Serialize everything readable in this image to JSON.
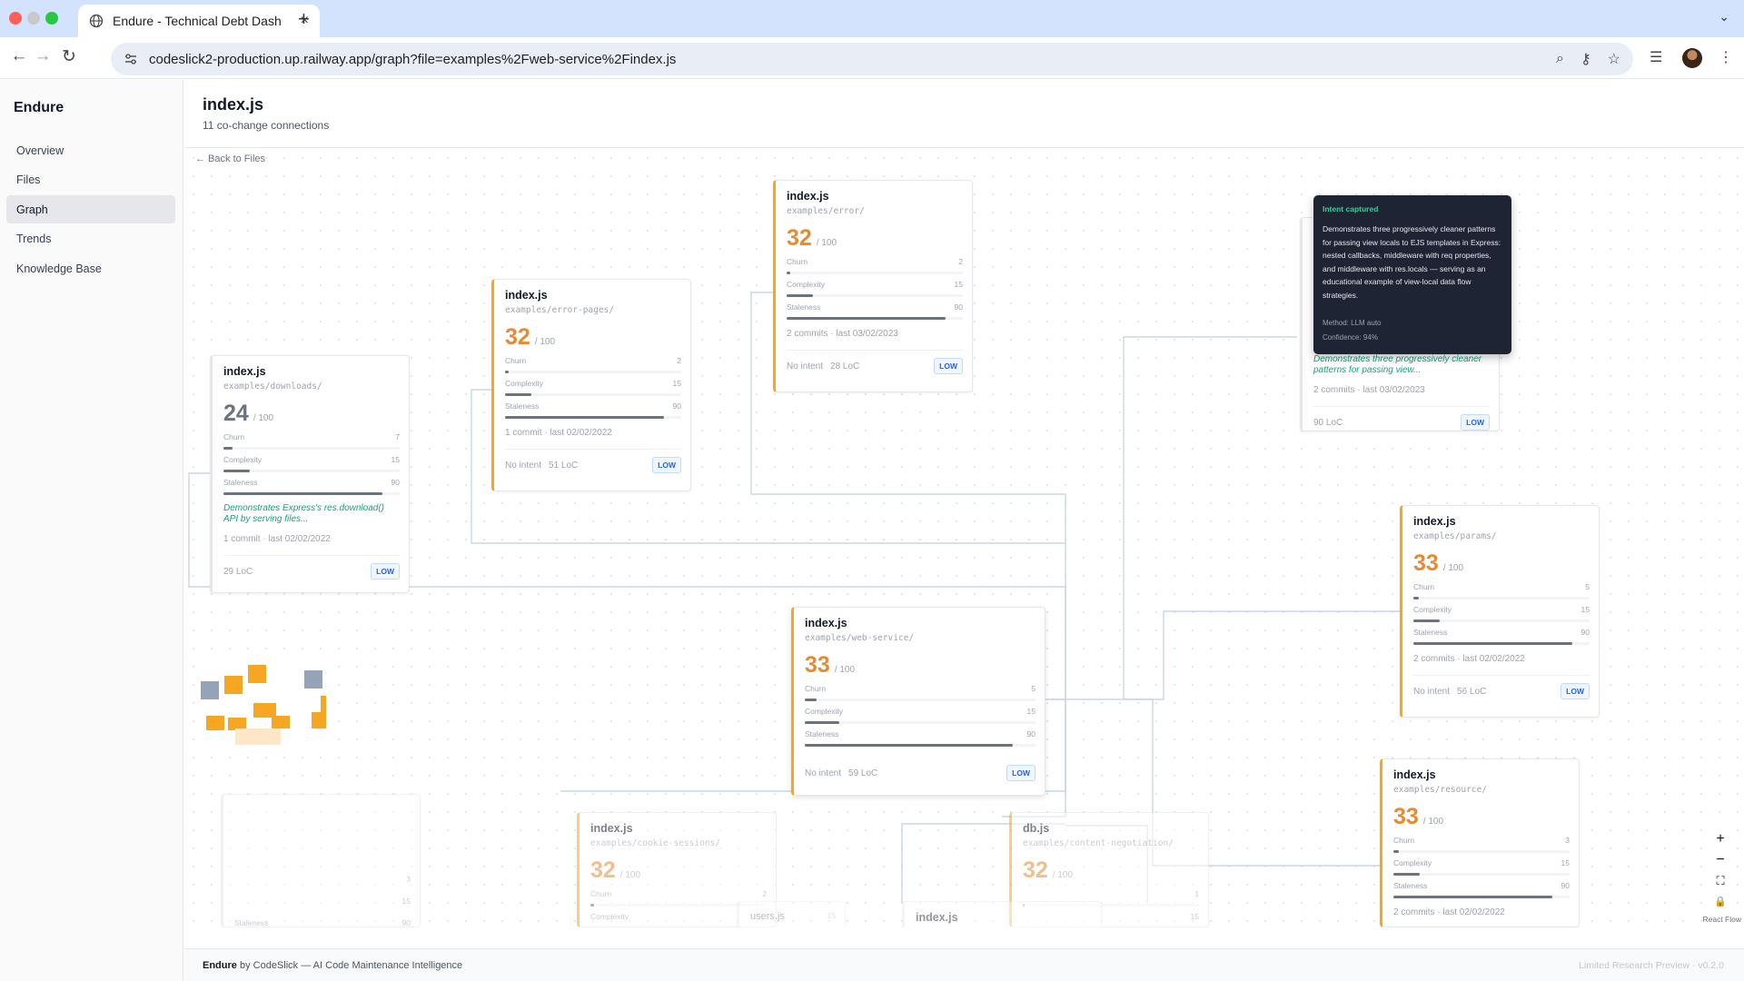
{
  "browser": {
    "tab_title": "Endure - Technical Debt Dash",
    "url": "codeslick2-production.up.railway.app/graph?file=examples%2Fweb-service%2Findex.js"
  },
  "sidebar": {
    "brand": "Endure",
    "items": [
      {
        "label": "Overview"
      },
      {
        "label": "Files"
      },
      {
        "label": "Graph"
      },
      {
        "label": "Trends"
      },
      {
        "label": "Knowledge Base"
      }
    ]
  },
  "header": {
    "title": "index.js",
    "subtitle": "11 co-change connections"
  },
  "canvas": {
    "back_link": "← Back to Files"
  },
  "labels": {
    "of": "/ 100",
    "churn": "Churn",
    "complexity": "Complexity",
    "staleness": "Staleness",
    "no_intent": "No intent"
  },
  "nodes": {
    "downloads": {
      "name": "index.js",
      "path": "examples/downloads/",
      "score": "24",
      "churn": "7",
      "complexity": "15",
      "staleness": "90",
      "churn_pct": 5,
      "complexity_pct": 15,
      "staleness_pct": 90,
      "intent": "Demonstrates Express's res.download() API by serving files...",
      "commits": "1 commit · last 02/02/2022",
      "loc": "29 LoC",
      "risk": "LOW"
    },
    "error_pages": {
      "name": "index.js",
      "path": "examples/error-pages/",
      "score": "32",
      "churn": "2",
      "complexity": "15",
      "staleness": "90",
      "churn_pct": 2,
      "complexity_pct": 15,
      "staleness_pct": 90,
      "commits": "1 commit · last 02/02/2022",
      "loc": "51 LoC",
      "risk": "LOW"
    },
    "error": {
      "name": "index.js",
      "path": "examples/error/",
      "score": "32",
      "churn": "2",
      "complexity": "15",
      "staleness": "90",
      "churn_pct": 2,
      "complexity_pct": 15,
      "staleness_pct": 90,
      "commits": "2 commits · last 03/02/2023",
      "loc": "28 LoC",
      "risk": "LOW"
    },
    "view_locals": {
      "intent": "Demonstrates three progressively cleaner patterns for passing view...",
      "commits": "2 commits · last 03/02/2023",
      "loc": "90 LoC",
      "risk": "LOW"
    },
    "params": {
      "name": "index.js",
      "path": "examples/params/",
      "score": "33",
      "churn": "5",
      "complexity": "15",
      "staleness": "90",
      "churn_pct": 3,
      "complexity_pct": 15,
      "staleness_pct": 90,
      "commits": "2 commits · last 02/02/2022",
      "loc": "56 LoC",
      "risk": "LOW"
    },
    "web_service": {
      "name": "index.js",
      "path": "examples/web-service/",
      "score": "33",
      "churn": "5",
      "complexity": "15",
      "staleness": "90",
      "churn_pct": 5,
      "complexity_pct": 15,
      "staleness_pct": 90,
      "loc": "59 LoC",
      "risk": "LOW"
    },
    "resource": {
      "name": "index.js",
      "path": "examples/resource/",
      "score": "33",
      "churn": "3",
      "complexity": "15",
      "staleness": "90",
      "churn_pct": 3,
      "complexity_pct": 15,
      "staleness_pct": 90,
      "commits": "2 commits · last 02/02/2022"
    },
    "cookie_sessions": {
      "name": "index.js",
      "path": "examples/cookie-sessions/",
      "score": "32",
      "churn": "2",
      "churn_pct": 2
    },
    "content_negotiation": {
      "name": "db.js",
      "path": "examples/content-negotiation/",
      "score": "32",
      "churn": "1",
      "complexity": "15",
      "churn_pct": 1
    },
    "hidden_left": {
      "v1": "3",
      "v2": "15",
      "v3": "90"
    },
    "users": {
      "name": "users.js",
      "value": "15"
    },
    "stacked": {
      "name": "index.js"
    }
  },
  "tooltip": {
    "heading": "Intent captured",
    "body": "Demonstrates three progressively cleaner patterns for passing view locals to EJS templates in Express: nested callbacks, middleware with req properties, and middleware with res.locals — serving as an educational example of view-local data flow strategies.",
    "method": "Method: LLM auto",
    "confidence": "Confidence: 94%"
  },
  "controls": {
    "zoom_in": "+",
    "zoom_out": "−",
    "fit": "⛶",
    "lock": "🔒",
    "attribution": "React Flow"
  },
  "footer": {
    "brand": "Endure",
    "by": "by CodeSlick — AI Code Maintenance Intelligence",
    "version": "Limited Research Preview · v0.2.0"
  },
  "colors": {
    "accent": "#f5a623",
    "score": "#e88a2e",
    "badge": "#2563eb",
    "intent": "#10a37f",
    "tooltip_bg": "#1e2433"
  }
}
